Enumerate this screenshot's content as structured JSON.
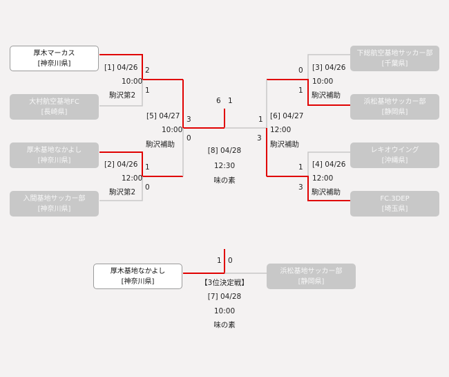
{
  "colors": {
    "win_line": "#e00000",
    "lose_line": "#c8c8c8",
    "win_box": "#ffffff",
    "lose_box": "#c8c8c8"
  },
  "teams": {
    "t1": {
      "name": "厚木マーカス",
      "pref": "[神奈川県]"
    },
    "t2": {
      "name": "大村航空基地FC",
      "pref": "[長崎県]"
    },
    "t3": {
      "name": "厚木基地なかよし",
      "pref": "[神奈川県]"
    },
    "t4": {
      "name": "入間基地サッカー部",
      "pref": "[神奈川県]"
    },
    "t5": {
      "name": "下総航空基地サッカー部",
      "pref": "[千葉県]"
    },
    "t6": {
      "name": "浜松基地サッカー部",
      "pref": "[静岡県]"
    },
    "t7": {
      "name": "レキオウイング",
      "pref": "[沖縄県]"
    },
    "t8": {
      "name": "FC.3DEP",
      "pref": "[埼玉県]"
    },
    "tp1": {
      "name": "厚木基地なかよし",
      "pref": "[神奈川県]"
    },
    "tp2": {
      "name": "浜松基地サッカー部",
      "pref": "[静岡県]"
    }
  },
  "matches": {
    "m1": {
      "id": "[1] 04/26",
      "time": "10:00",
      "venue": "駒沢第2",
      "score_top": "2",
      "score_bottom": "1"
    },
    "m2": {
      "id": "[2] 04/26",
      "time": "12:00",
      "venue": "駒沢第2",
      "score_top": "1",
      "score_bottom": "0"
    },
    "m3": {
      "id": "[3] 04/26",
      "time": "10:00",
      "venue": "駒沢補助",
      "score_top": "0",
      "score_bottom": "1"
    },
    "m4": {
      "id": "[4] 04/26",
      "time": "12:00",
      "venue": "駒沢補助",
      "score_top": "1",
      "score_bottom": "3"
    },
    "m5": {
      "id": "[5] 04/27",
      "time": "10:00",
      "venue": "駒沢補助",
      "score_top": "3",
      "score_bottom": "0"
    },
    "m6": {
      "id": "[6] 04/27",
      "time": "12:00",
      "venue": "駒沢補助",
      "score_top": "1",
      "score_bottom": "3"
    },
    "m8": {
      "id": "[8] 04/28",
      "time": "12:30",
      "venue": "味の素",
      "score_left": "6",
      "score_right": "1"
    },
    "m7": {
      "title": "【3位決定戦】",
      "id": "[7] 04/28",
      "time": "10:00",
      "venue": "味の素",
      "score_left": "1",
      "score_right": "0"
    }
  }
}
